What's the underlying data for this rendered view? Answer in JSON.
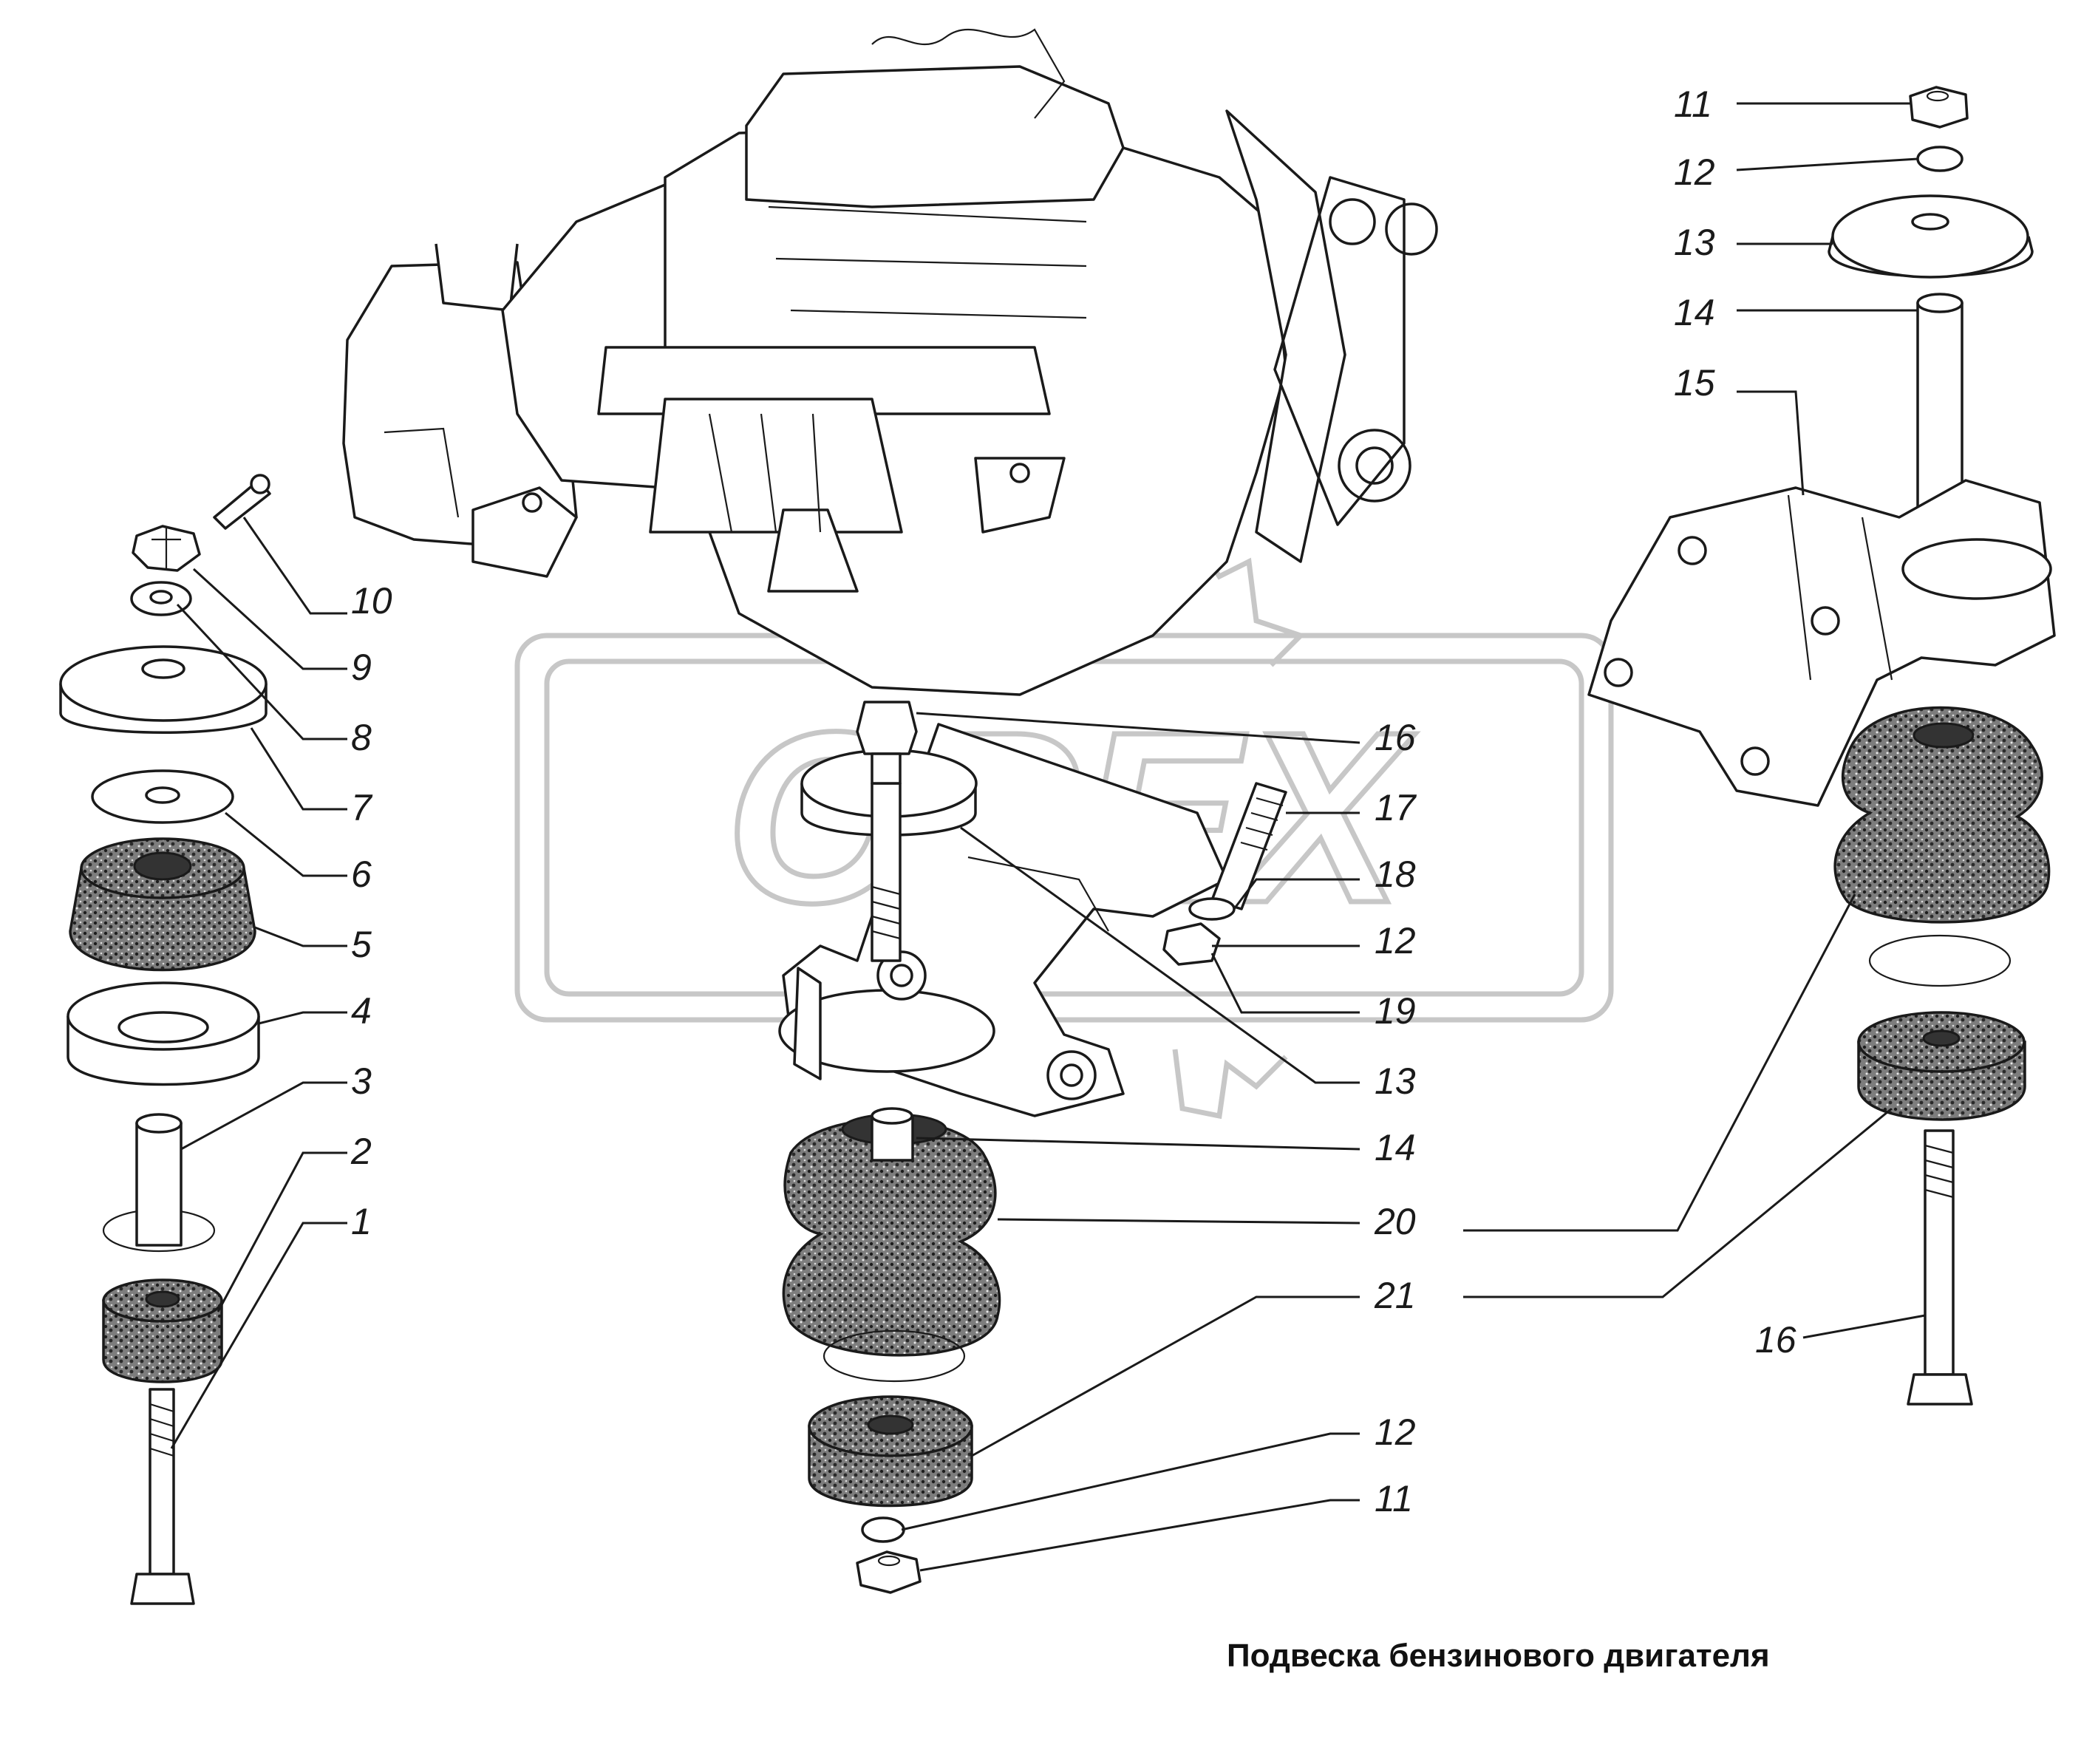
{
  "title": "Подвеска бензинового двигателя",
  "watermark": "OPEX",
  "callouts": [
    "1",
    "2",
    "3",
    "4",
    "5",
    "6",
    "7",
    "8",
    "9",
    "10",
    "11",
    "12",
    "13",
    "14",
    "15",
    "16",
    "17",
    "18",
    "19",
    "20",
    "21"
  ],
  "left_assembly_labels": {
    "c10": "10",
    "c9": "9",
    "c8": "8",
    "c7": "7",
    "c6": "6",
    "c5": "5",
    "c4": "4",
    "c3": "3",
    "c2": "2",
    "c1": "1"
  },
  "center_assembly_labels": {
    "c16": "16",
    "c17": "17",
    "c18": "18",
    "c12a": "12",
    "c19": "19",
    "c13": "13",
    "c14": "14",
    "c20": "20",
    "c21": "21",
    "c12b": "12",
    "c11": "11"
  },
  "right_assembly_labels": {
    "c11": "11",
    "c12": "12",
    "c13": "13",
    "c14": "14",
    "c15": "15",
    "c16": "16"
  },
  "colors": {
    "line": "#1a1a1a",
    "watermark": "#c7c7c7",
    "background": "#ffffff"
  }
}
